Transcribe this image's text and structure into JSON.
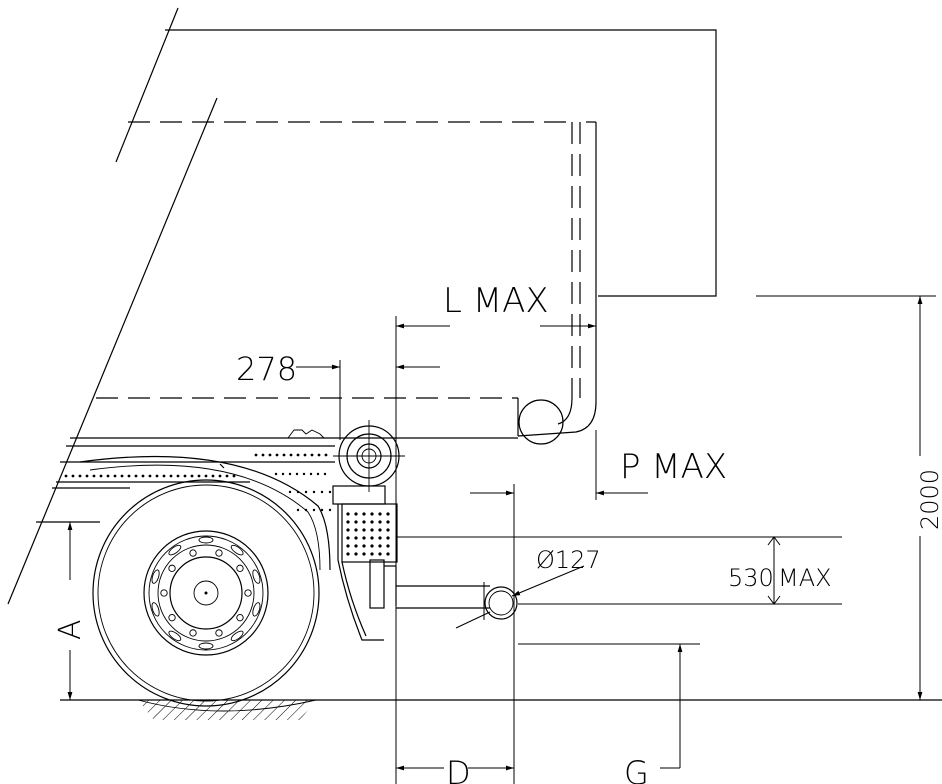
{
  "diagram": {
    "dimensions": {
      "l_max": "L MAX",
      "p_max": "P MAX",
      "d278": "278",
      "dia": "Ø127",
      "max530": "530",
      "max530_suffix": "MAX",
      "h2000": "2000",
      "a": "A",
      "d": "D",
      "g": "G"
    },
    "colors": {
      "line": "#000000",
      "background": "#ffffff"
    }
  }
}
